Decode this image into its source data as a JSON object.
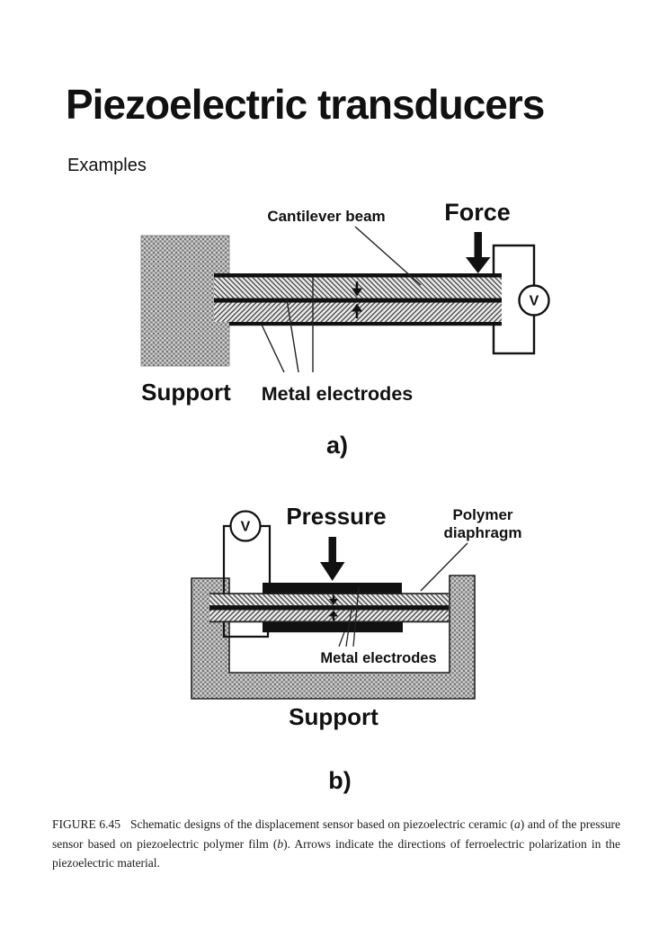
{
  "page": {
    "title": "Piezoelectric transducers",
    "subtitle": "Examples"
  },
  "diagram_a": {
    "figure_label": "a)",
    "beam_label": "Cantilever beam",
    "force_label": "Force",
    "support_label": "Support",
    "electrodes_label": "Metal electrodes",
    "voltmeter": "V",
    "polarization": [
      "top-layer-down",
      "bottom-layer-up"
    ]
  },
  "diagram_b": {
    "figure_label": "b)",
    "pressure_label": "Pressure",
    "diaphragm_label_1": "Polymer",
    "diaphragm_label_2": "diaphragm",
    "electrodes_label": "Metal electrodes",
    "support_label": "Support",
    "voltmeter": "V",
    "polarization": [
      "top-layer-down",
      "bottom-layer-up"
    ]
  },
  "caption": {
    "tag": "FIGURE 6.45",
    "part1": "Schematic designs of the displacement sensor based on piezoelectric ceramic (",
    "italic_a": "a",
    "part2": ") and of the pressure sensor based on piezoelectric polymer film (",
    "italic_b": "b",
    "part3": "). Arrows indicate the directions of ferroelectric polarization in the piezoelectric material."
  },
  "colors": {
    "ink": "#111111",
    "support_gray": "#b2b2b2",
    "hatch_background": "#ebebeb",
    "paper": "#ffffff"
  }
}
